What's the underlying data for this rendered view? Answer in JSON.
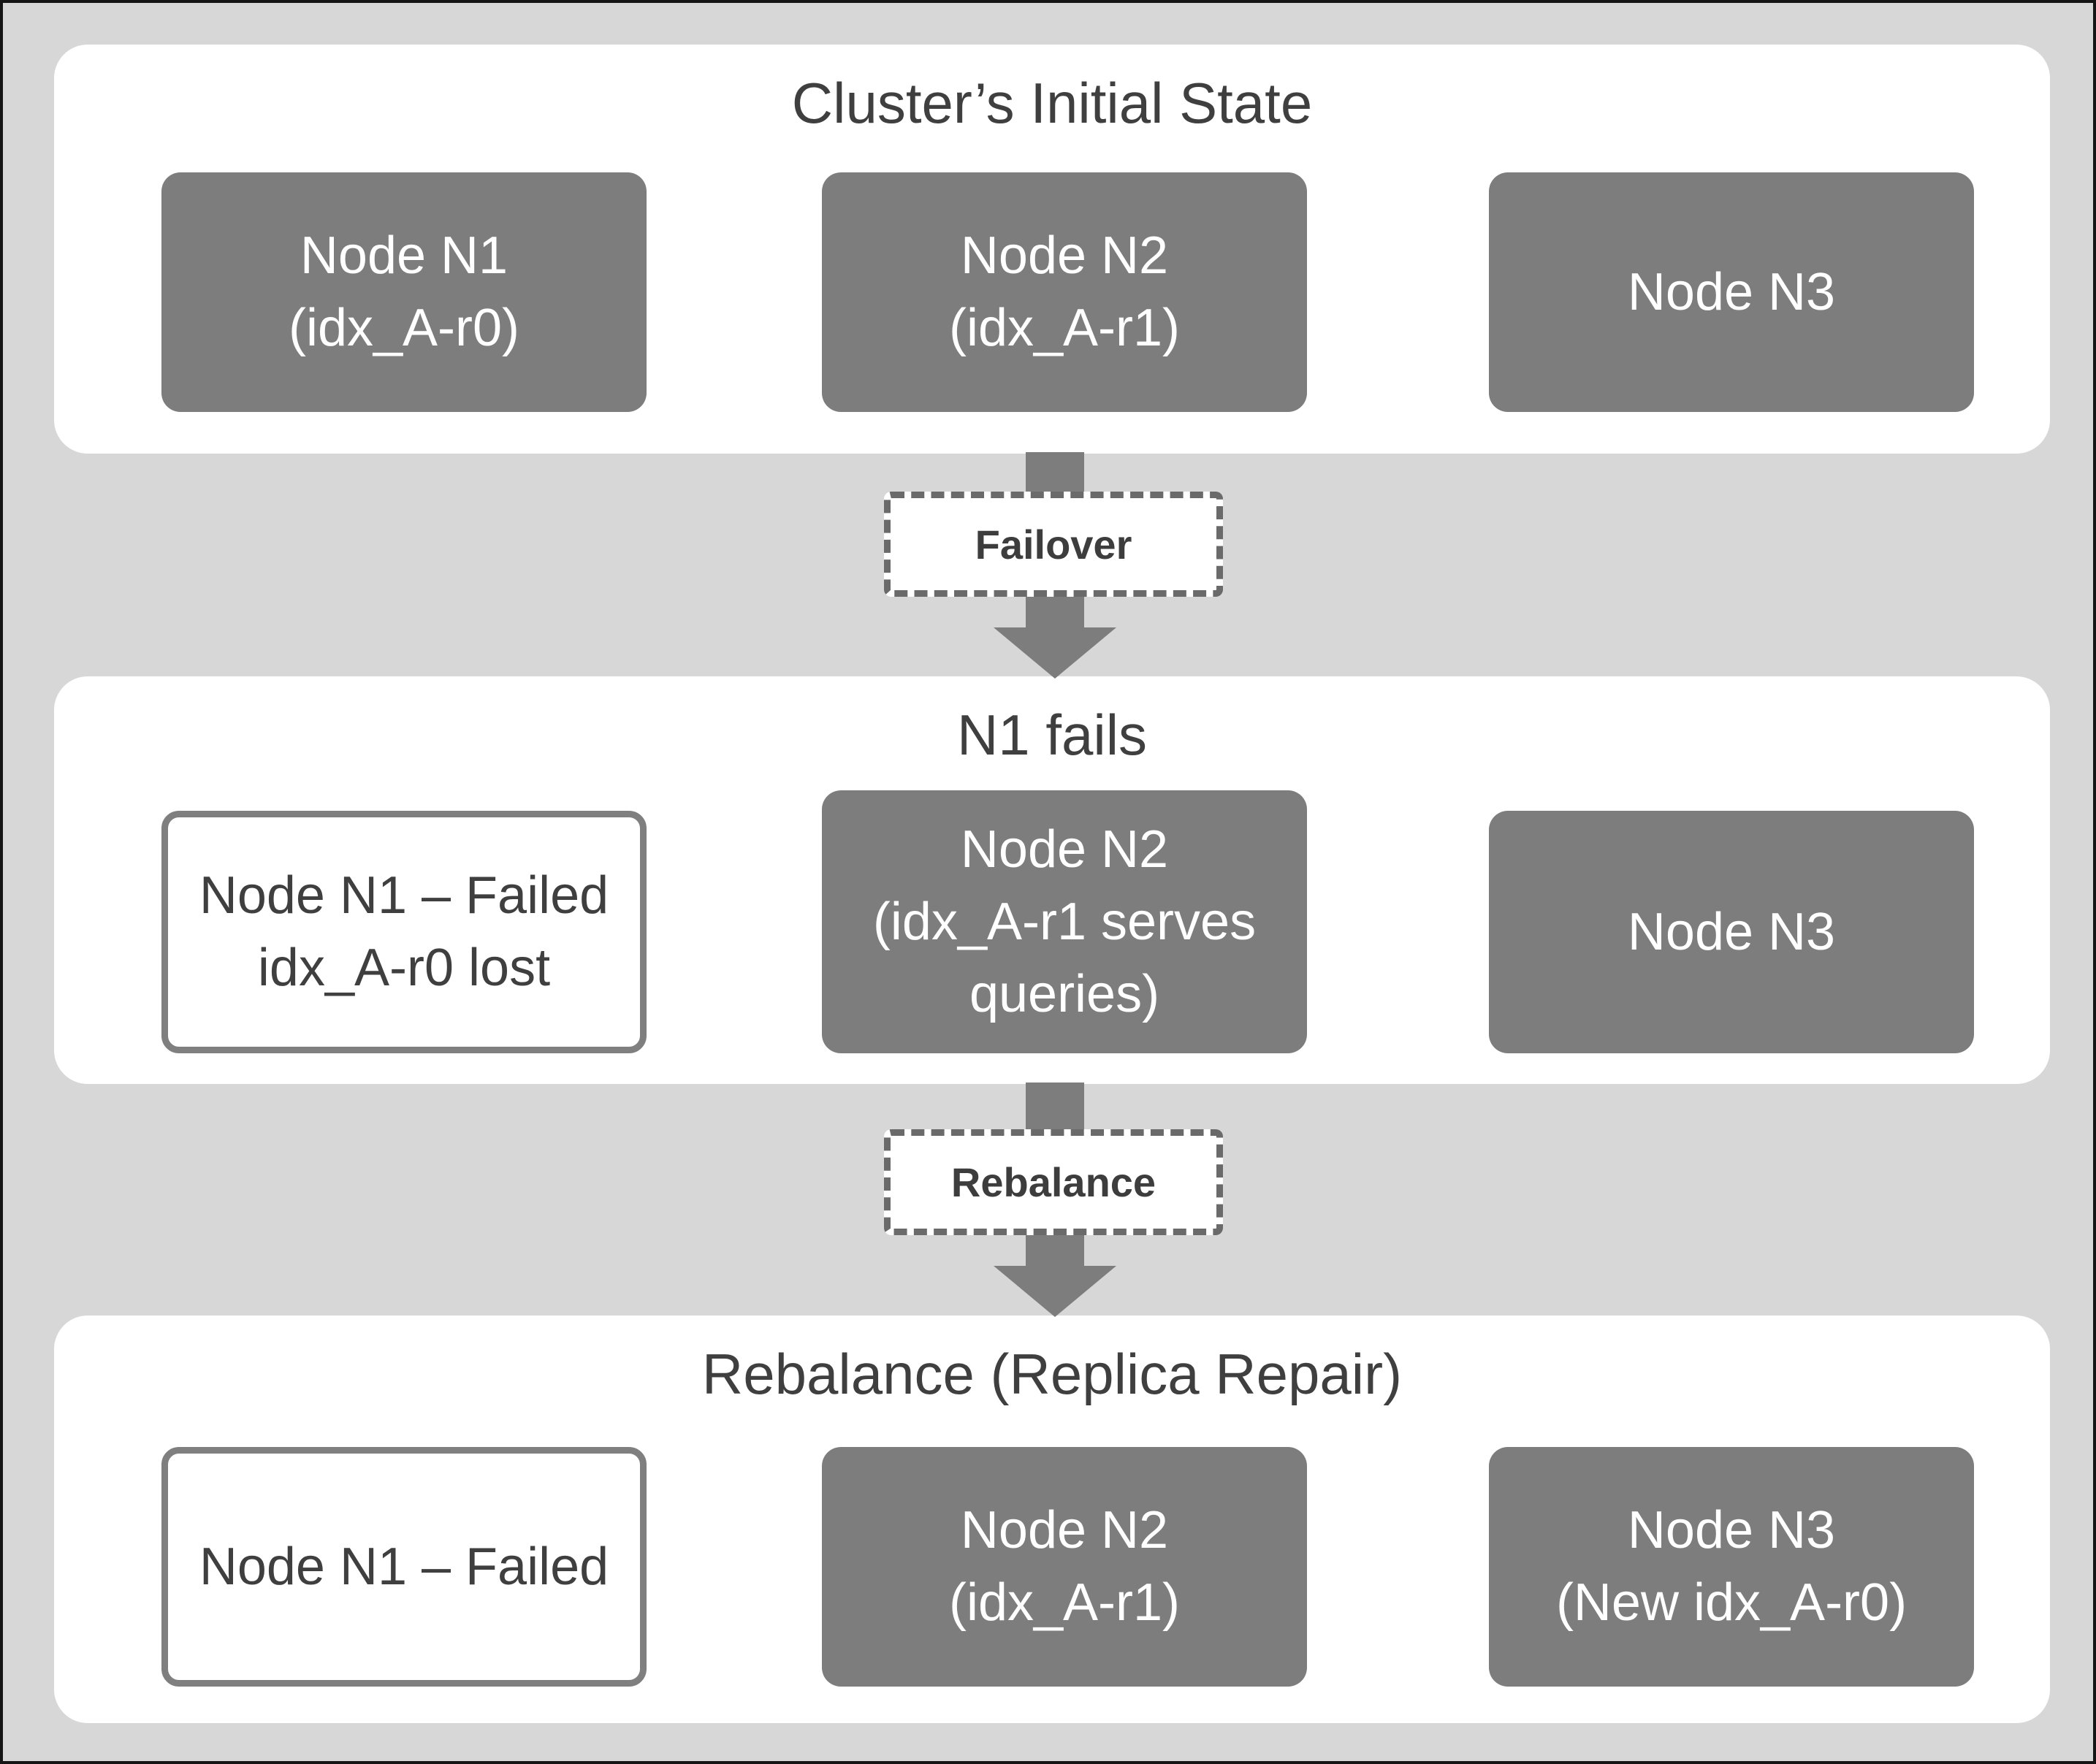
{
  "diagram": {
    "colors": {
      "background": "#d7d7d7",
      "panel": "#ffffff",
      "node_fill": "#7d7d7d",
      "node_text": "#ffffff",
      "dark_text": "#3f3f3f",
      "outline_border": "#7f7f7f",
      "arrow": "#7d7d7d"
    },
    "sections": [
      {
        "title": "Cluster’s Initial State",
        "nodes": [
          {
            "style": "filled",
            "line1": "Node N1",
            "line2": "(idx_A-r0)"
          },
          {
            "style": "filled",
            "line1": "Node N2",
            "line2": "(idx_A-r1)"
          },
          {
            "style": "filled",
            "line1": "Node N3",
            "line2": ""
          }
        ]
      },
      {
        "title": "N1 fails",
        "nodes": [
          {
            "style": "outlined",
            "line1": "Node N1 – Failed",
            "line2": "idx_A-r0 lost"
          },
          {
            "style": "filled",
            "line1": "Node N2",
            "line2": "(idx_A-r1 serves queries)"
          },
          {
            "style": "filled",
            "line1": "Node N3",
            "line2": ""
          }
        ]
      },
      {
        "title": "Rebalance (Replica Repair)",
        "nodes": [
          {
            "style": "outlined",
            "line1": "Node N1 – Failed",
            "line2": ""
          },
          {
            "style": "filled",
            "line1": "Node N2",
            "line2": "(idx_A-r1)"
          },
          {
            "style": "filled",
            "line1": "Node N3",
            "line2": "(New idx_A-r0)"
          }
        ]
      }
    ],
    "connectors": [
      {
        "label": "Failover"
      },
      {
        "label": "Rebalance"
      }
    ]
  }
}
